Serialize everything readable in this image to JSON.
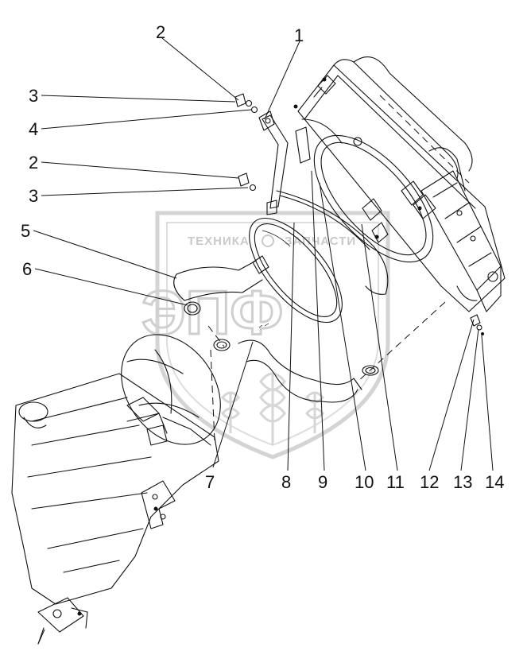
{
  "watermark": {
    "top_left": "ТЕХНИКА",
    "top_right": "ЗАПЧАСТИ",
    "logo": "ЭПФ"
  },
  "callouts": [
    {
      "id": "c2a",
      "label": "2"
    },
    {
      "id": "c1",
      "label": "1"
    },
    {
      "id": "c3a",
      "label": "3"
    },
    {
      "id": "c4",
      "label": "4"
    },
    {
      "id": "c2b",
      "label": "2"
    },
    {
      "id": "c3b",
      "label": "3"
    },
    {
      "id": "c5",
      "label": "5"
    },
    {
      "id": "c6",
      "label": "6"
    },
    {
      "id": "c7",
      "label": "7"
    },
    {
      "id": "c8",
      "label": "8"
    },
    {
      "id": "c9",
      "label": "9"
    },
    {
      "id": "c10",
      "label": "10"
    },
    {
      "id": "c11",
      "label": "11"
    },
    {
      "id": "c12",
      "label": "12"
    },
    {
      "id": "c13",
      "label": "13"
    },
    {
      "id": "c14",
      "label": "14"
    }
  ]
}
